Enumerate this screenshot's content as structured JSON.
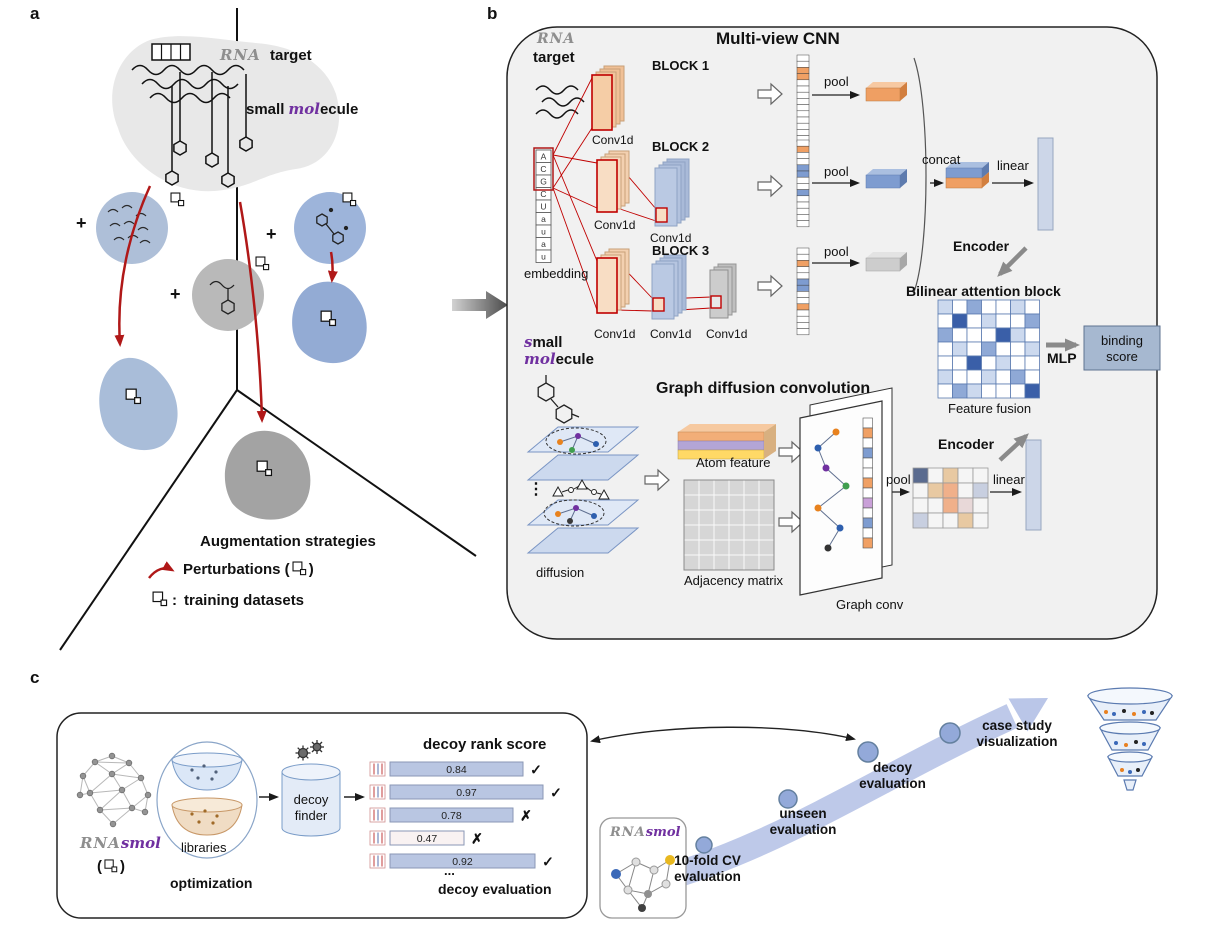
{
  "colors": {
    "red_arrow": "#b01818",
    "purple_text": "#7030a0",
    "gray_handwritten": "#8e8e8e",
    "panel_bg": "#f1f1f1",
    "binding_box": "#a6b8d0",
    "swoosh_blue": "#bac6e8"
  },
  "panel_a": {
    "label": "a",
    "rna": "RNA",
    "target": "target",
    "small": "small",
    "mol": "mol",
    "ecule": "ecule",
    "plus": "+",
    "legend_title": "Augmentation strategies",
    "perturbations_pre": "Perturbations (",
    "perturbations_post": ")",
    "training_colon": ":",
    "training_label": "training datasets"
  },
  "panel_b": {
    "label": "b",
    "rna": "RNA",
    "target": "target",
    "cnn_title": "Multi-view CNN",
    "blocks": [
      "BLOCK 1",
      "BLOCK 2",
      "BLOCK 3"
    ],
    "conv1d": "Conv1d",
    "embedding_label": "embedding",
    "embedding_letters": [
      "A",
      "C",
      "G",
      "C",
      "U",
      "a",
      "u",
      "a",
      "u"
    ],
    "pool": "pool",
    "concat": "concat",
    "linear": "linear",
    "encoder": "Encoder",
    "bilinear_title": "Bilinear attention block",
    "mlp": "MLP",
    "binding_score": "binding score",
    "feature_fusion": "Feature fusion",
    "small_s": "s",
    "small_rest": "mall",
    "mol": "mol",
    "ecule": "ecule",
    "graph_title": "Graph diffusion convolution",
    "diffusion_label": "diffusion",
    "atom_feature": "Atom feature",
    "adjacency_matrix": "Adjacency matrix",
    "graph_conv": "Graph conv",
    "vdots": "⋮",
    "strip_palette": {
      "0": "#ffffff",
      "1": "#f0a064",
      "2": "#7e9cd0"
    },
    "strips": [
      [
        0,
        0,
        1,
        1,
        0,
        0,
        0,
        0,
        0,
        0,
        0,
        0,
        0,
        0
      ],
      [
        0,
        1,
        0,
        0,
        2,
        2,
        0,
        0,
        2,
        0,
        0,
        0,
        0,
        0
      ],
      [
        0,
        0,
        1,
        0,
        0,
        2,
        2,
        0,
        0,
        1,
        0,
        0,
        0,
        0
      ]
    ],
    "attention_palette": {
      "0": "#ffffff",
      "1": "#ccd9ee",
      "2": "#8fa9d6",
      "3": "#3a5fa8"
    },
    "attention_grid": [
      [
        1,
        0,
        2,
        0,
        0,
        1,
        0
      ],
      [
        0,
        3,
        0,
        1,
        0,
        0,
        2
      ],
      [
        2,
        0,
        0,
        0,
        3,
        1,
        0
      ],
      [
        0,
        1,
        0,
        2,
        0,
        0,
        1
      ],
      [
        0,
        0,
        3,
        0,
        1,
        0,
        0
      ],
      [
        1,
        0,
        0,
        1,
        0,
        2,
        0
      ],
      [
        0,
        2,
        1,
        0,
        0,
        0,
        3
      ]
    ],
    "gc_palette": {
      "0": "#ffffff",
      "1": "#f0a064",
      "2": "#7e9cd0",
      "3": "#c9a0d8"
    },
    "graphconv_strip": [
      0,
      1,
      0,
      2,
      0,
      0,
      1,
      0,
      3,
      0,
      2,
      0,
      1
    ],
    "pool_palette": {
      "0": "#f5f5f5",
      "1": "#5a6b8f",
      "2": "#e8c9a2",
      "3": "#f0b08a",
      "4": "#e8d8d8",
      "5": "#c8cfe0"
    },
    "pool_grid": [
      [
        1,
        0,
        2,
        0,
        0
      ],
      [
        0,
        2,
        3,
        0,
        5
      ],
      [
        0,
        0,
        3,
        4,
        0
      ],
      [
        5,
        0,
        0,
        2,
        0
      ]
    ]
  },
  "panel_c": {
    "label": "c",
    "rna": "RNA",
    "smol": "smol",
    "paren_open": "(",
    "paren_close": ")",
    "libraries": "libraries",
    "optimization": "optimization",
    "decoy_finder_line1": "decoy",
    "decoy_finder_line2": "finder",
    "rank_title": "decoy rank score",
    "bars": [
      {
        "value": "0.84",
        "mark": "check"
      },
      {
        "value": "0.97",
        "mark": "check"
      },
      {
        "value": "0.78",
        "mark": "cross"
      },
      {
        "value": "0.47",
        "mark": "cross"
      },
      {
        "value": "0.92",
        "mark": "check"
      }
    ],
    "mark_glyphs": {
      "check": "✓",
      "cross": "✗"
    },
    "ellipsis": "...",
    "decoy_evaluation": "decoy evaluation",
    "milestones": [
      {
        "line1": "10-fold CV",
        "line2": "evaluation"
      },
      {
        "line1": "unseen",
        "line2": "evaluation"
      },
      {
        "line1": "decoy",
        "line2": "evaluation"
      },
      {
        "line1": "case study",
        "line2": "visualization"
      }
    ]
  }
}
